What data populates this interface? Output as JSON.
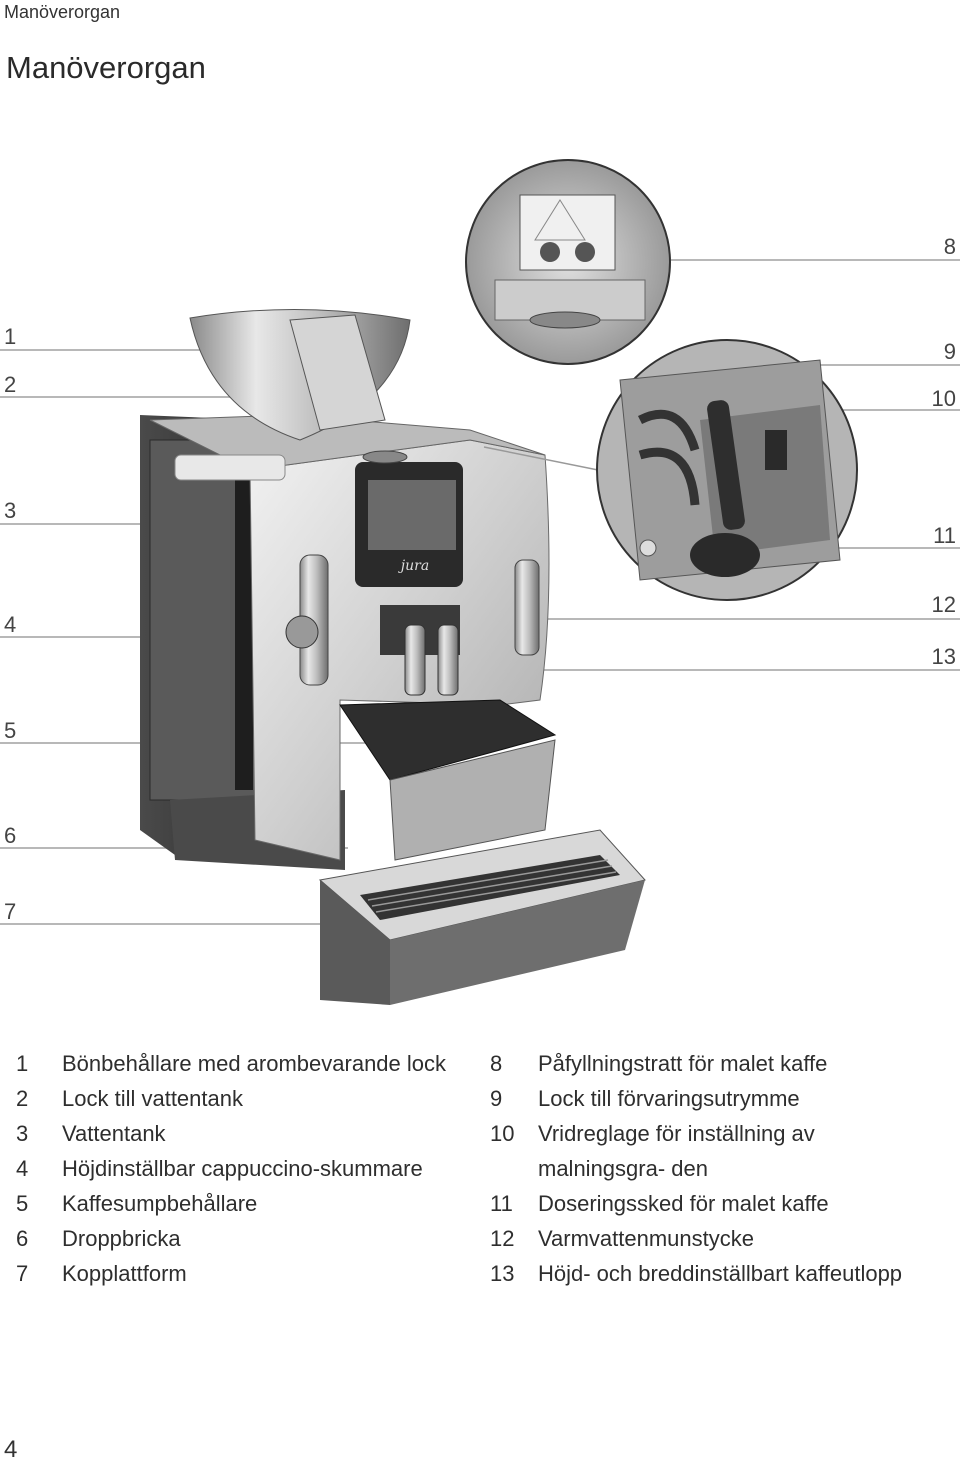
{
  "header": {
    "section": "Manöverorgan"
  },
  "title": "Manöverorgan",
  "callouts": [
    "1",
    "2",
    "3",
    "4",
    "5",
    "6",
    "7",
    "8",
    "9",
    "10",
    "11",
    "12",
    "13"
  ],
  "brand_logo": "jura",
  "legend_left": [
    {
      "num": "1",
      "text": "Bönbehållare med arombevarande lock"
    },
    {
      "num": "2",
      "text": "Lock till vattentank"
    },
    {
      "num": "3",
      "text": "Vattentank"
    },
    {
      "num": "4",
      "text": "Höjdinställbar cappuccino-skummare"
    },
    {
      "num": "5",
      "text": "Kaffesumpbehållare"
    },
    {
      "num": "6",
      "text": "Droppbricka"
    },
    {
      "num": "7",
      "text": "Kopplattform"
    }
  ],
  "legend_right": [
    {
      "num": "8",
      "text": "Påfyllningstratt för malet kaffe"
    },
    {
      "num": "9",
      "text": "Lock till förvaringsutrymme"
    },
    {
      "num": "10",
      "text": "Vridreglage för inställning av malningsgra- den"
    },
    {
      "num": "11",
      "text": "Doseringssked för malet kaffe"
    },
    {
      "num": "12",
      "text": "Varmvattenmunstycke"
    },
    {
      "num": "13",
      "text": "Höjd- och breddinställbart kaffeutlopp"
    }
  ],
  "page_number": "4",
  "colors": {
    "line": "#9a9a9a",
    "dark": "#3a3a3a",
    "mid": "#7a7a7a",
    "light": "#c9c9c9"
  }
}
